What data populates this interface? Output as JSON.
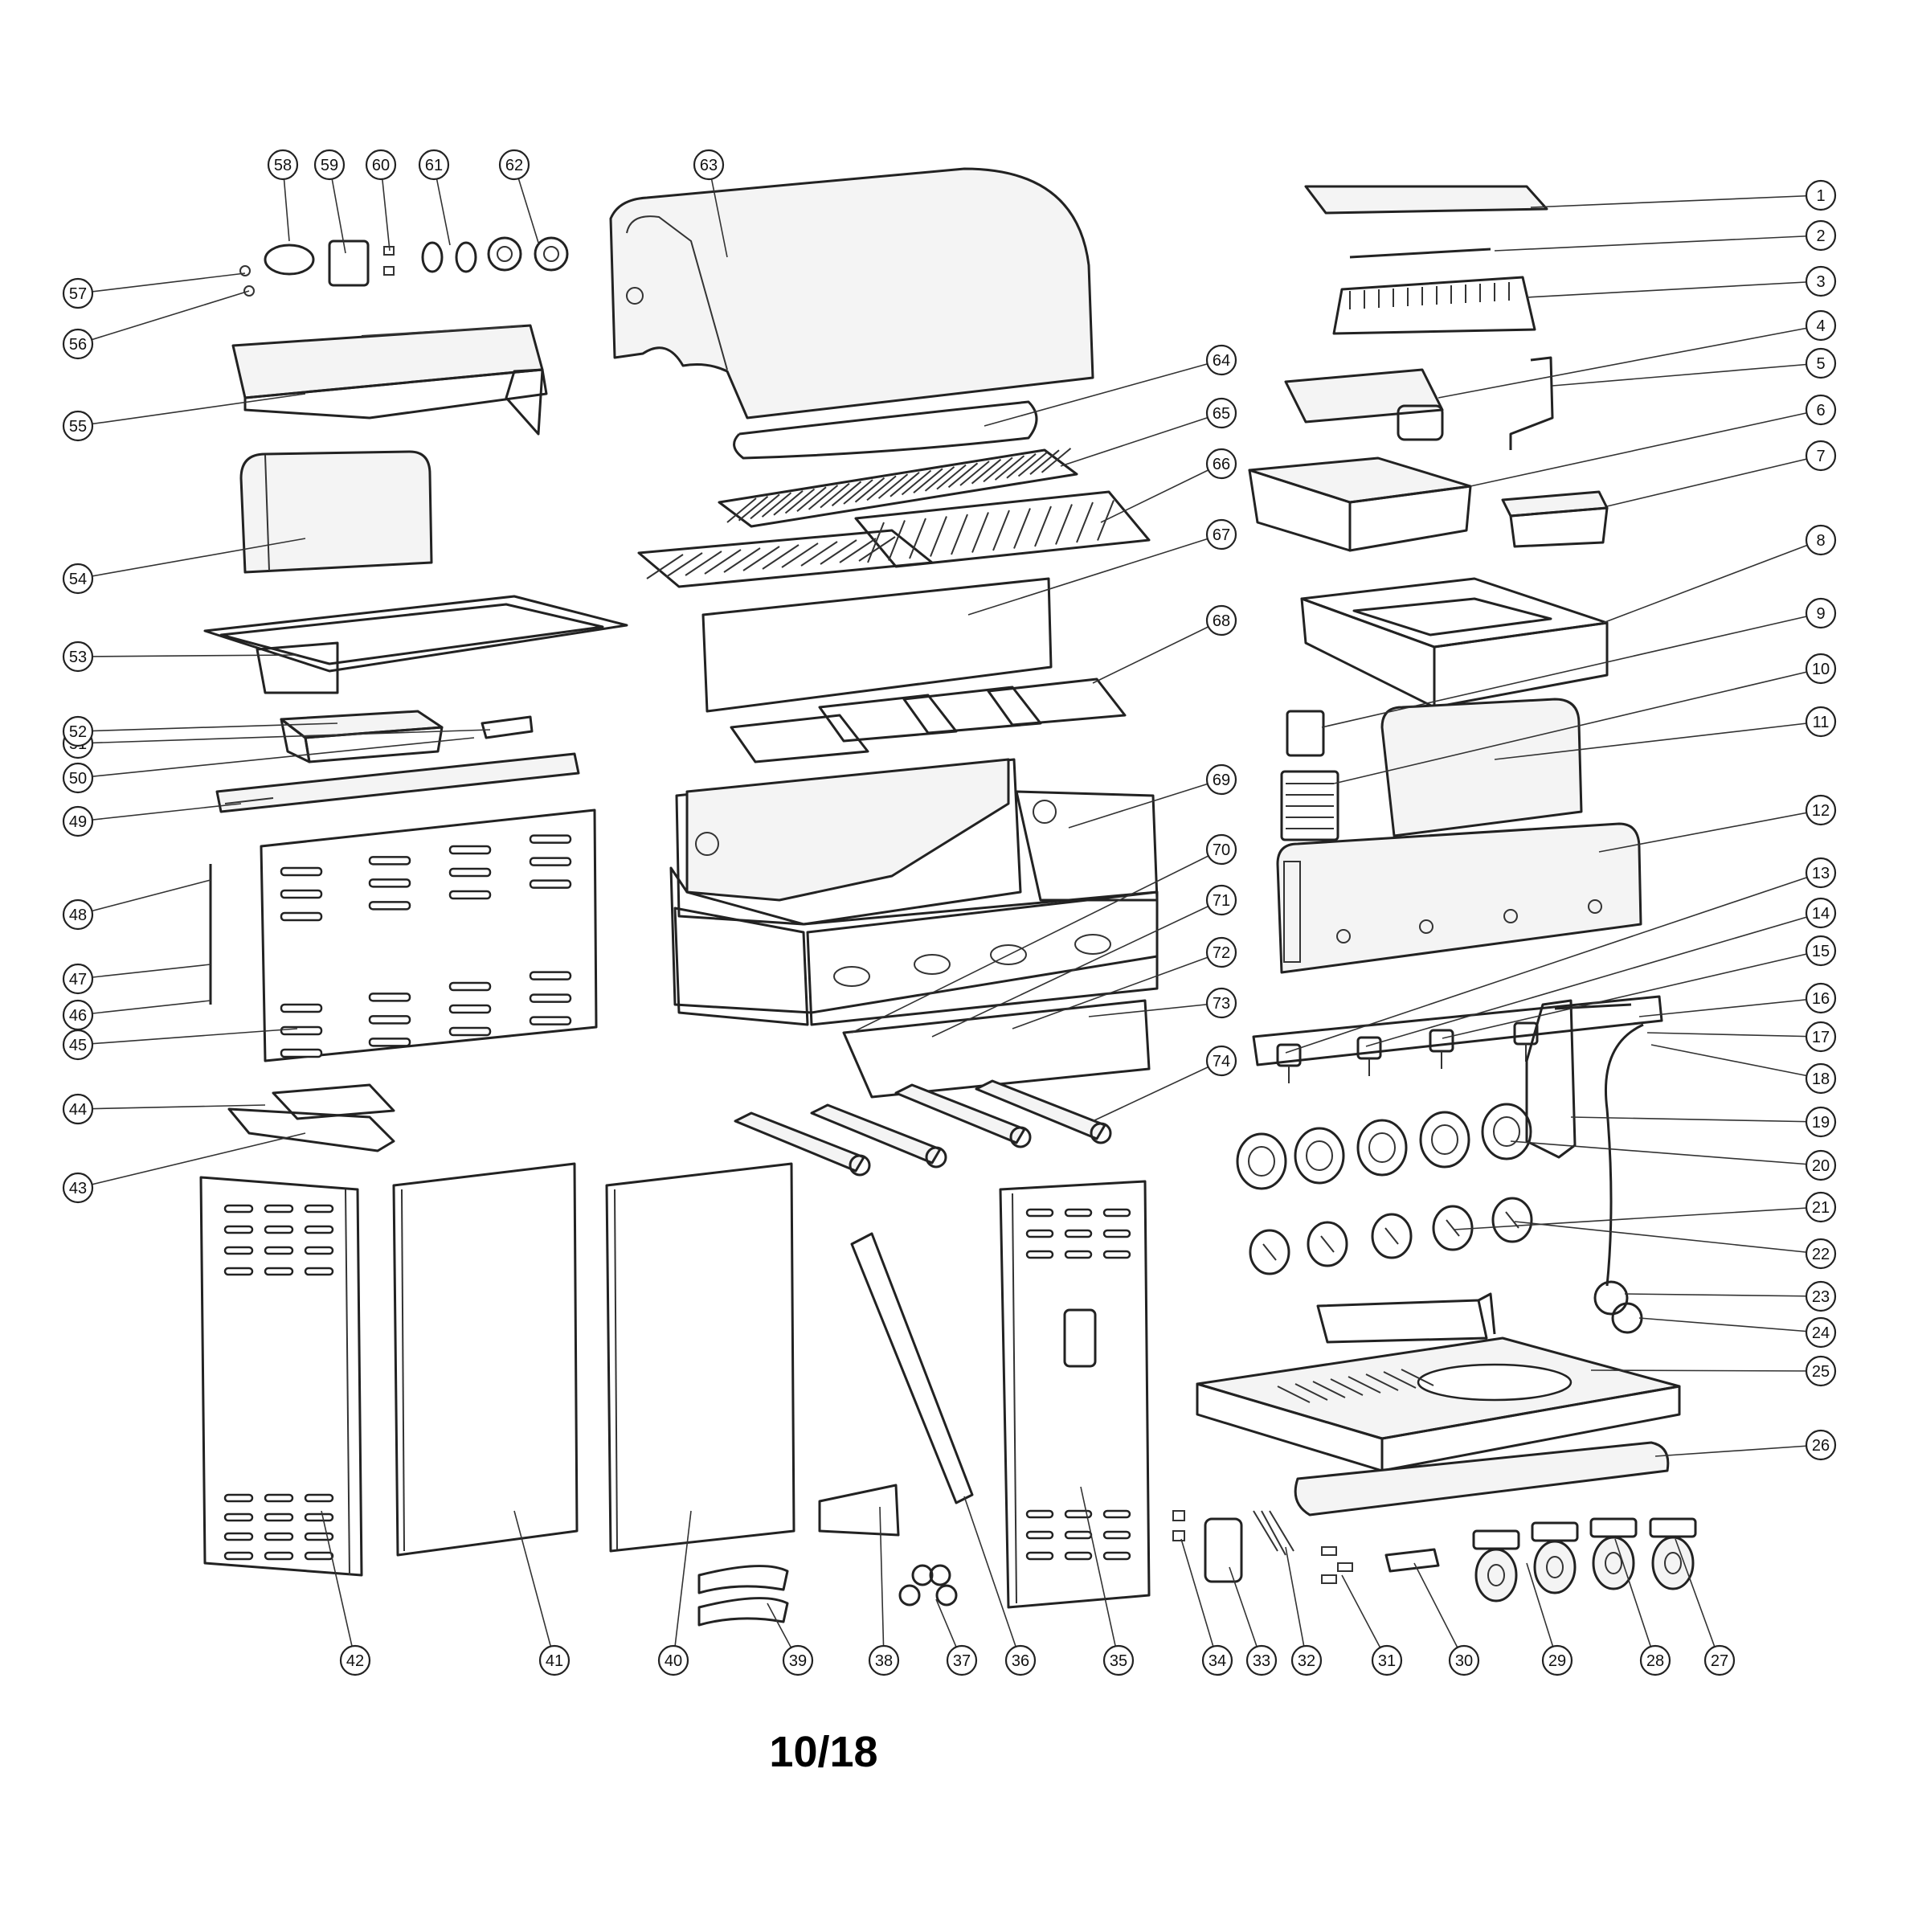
{
  "page_label": "10/18",
  "callouts": [
    "1",
    "2",
    "3",
    "4",
    "5",
    "6",
    "7",
    "8",
    "9",
    "10",
    "11",
    "12",
    "13",
    "14",
    "15",
    "16",
    "17",
    "18",
    "19",
    "20",
    "21",
    "22",
    "23",
    "24",
    "25",
    "26",
    "27",
    "28",
    "29",
    "30",
    "31",
    "32",
    "33",
    "34",
    "35",
    "36",
    "37",
    "38",
    "39",
    "40",
    "41",
    "42",
    "43",
    "44",
    "45",
    "46",
    "47",
    "48",
    "49",
    "50",
    "51",
    "52",
    "53",
    "54",
    "55",
    "56",
    "57",
    "58",
    "59",
    "60",
    "61",
    "62",
    "63",
    "64",
    "65",
    "66",
    "67",
    "68",
    "69",
    "70",
    "71",
    "72",
    "73",
    "74"
  ]
}
